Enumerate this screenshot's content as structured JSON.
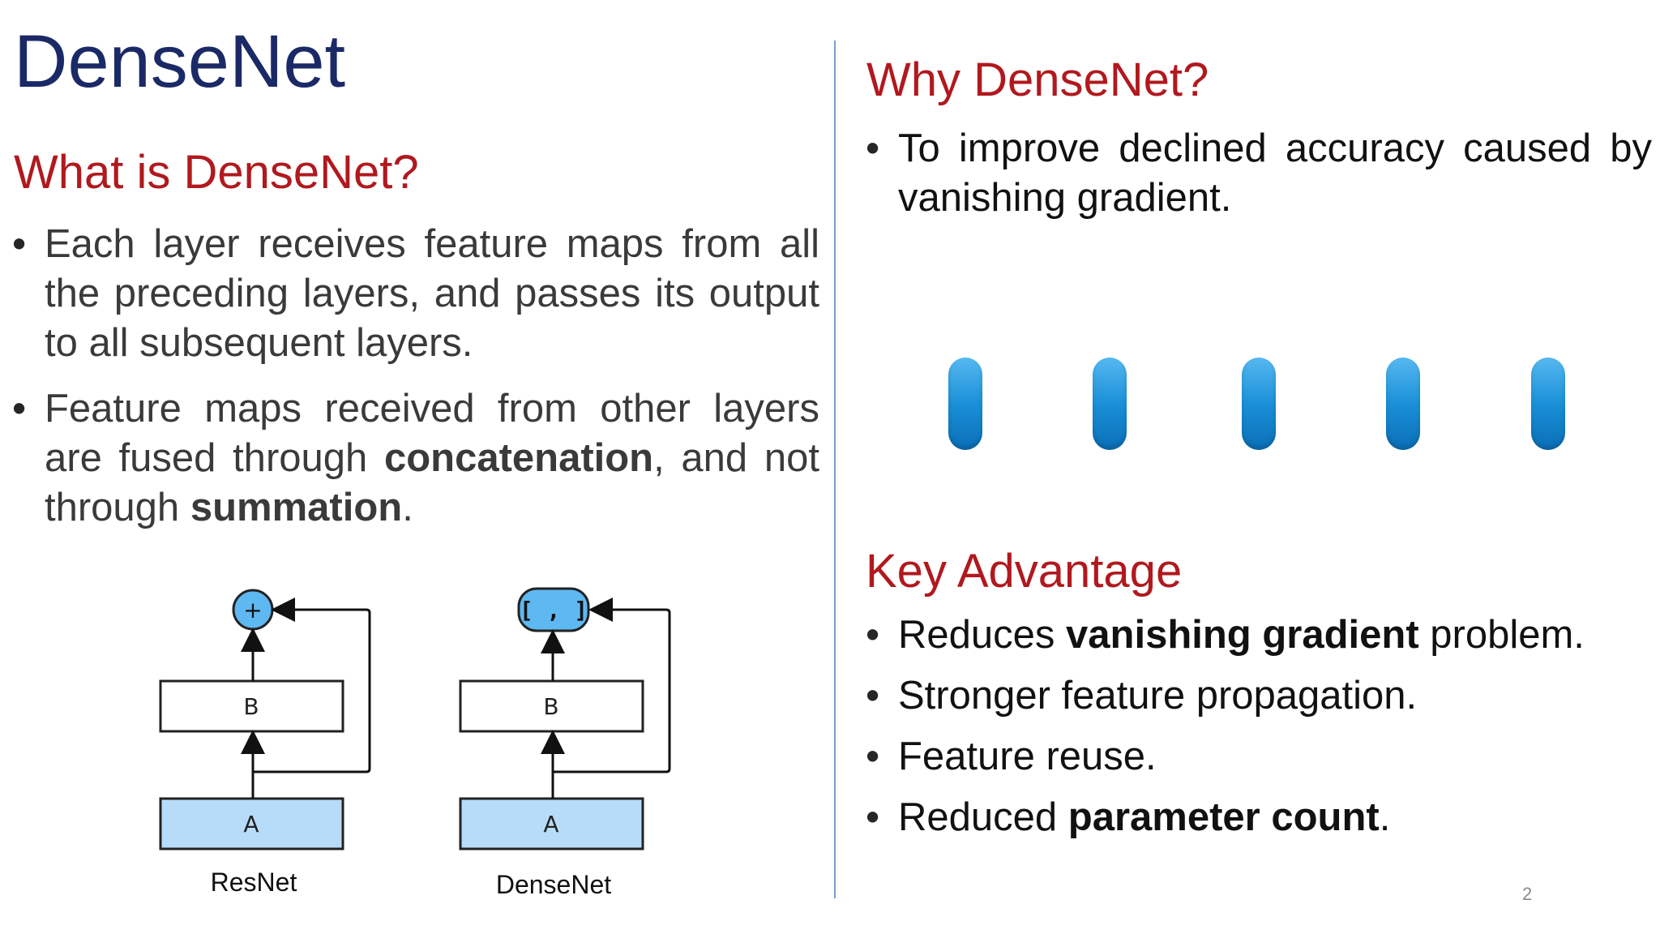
{
  "slide": {
    "title": "DenseNet",
    "page_number": "2"
  },
  "left": {
    "heading": "What is DenseNet?",
    "bullets": [
      {
        "segments": [
          {
            "text": "Each layer receives feature maps from all the preceding layers, and passes its output to all subsequent layers.",
            "bold": false
          }
        ]
      },
      {
        "segments": [
          {
            "text": "Feature maps received from other layers are fused through ",
            "bold": false
          },
          {
            "text": "concatenation",
            "bold": true
          },
          {
            "text": ", and not through ",
            "bold": false
          },
          {
            "text": "summation",
            "bold": true
          },
          {
            "text": ".",
            "bold": false
          }
        ]
      }
    ],
    "diagrams": {
      "resnet": {
        "top_op": "+",
        "block_b": "B",
        "block_a": "A",
        "caption": "ResNet"
      },
      "densenet": {
        "top_op": "[ , ]",
        "block_b": "B",
        "block_a": "A",
        "caption": "DenseNet"
      }
    }
  },
  "right": {
    "why_heading": "Why DenseNet?",
    "why_bullets": [
      {
        "segments": [
          {
            "text": "To improve declined accuracy caused by vanishing gradient.",
            "bold": false
          }
        ]
      }
    ],
    "advantage_heading": "Key Advantage",
    "advantage_bullets": [
      {
        "segments": [
          {
            "text": "Reduces ",
            "bold": false
          },
          {
            "text": "vanishing gradient",
            "bold": true
          },
          {
            "text": " problem.",
            "bold": false
          }
        ]
      },
      {
        "segments": [
          {
            "text": "Stronger feature propagation.",
            "bold": false
          }
        ]
      },
      {
        "segments": [
          {
            "text": "Feature reuse.",
            "bold": false
          }
        ]
      },
      {
        "segments": [
          {
            "text": "Reduced ",
            "bold": false
          },
          {
            "text": "parameter count",
            "bold": true
          },
          {
            "text": ".",
            "bold": false
          }
        ]
      }
    ]
  },
  "colors": {
    "title": "#1b2a66",
    "heading": "#b0191e",
    "divider": "#7b9cc9",
    "block_fill": "#b7dcf9",
    "pill_fill": "#1a90d8"
  }
}
